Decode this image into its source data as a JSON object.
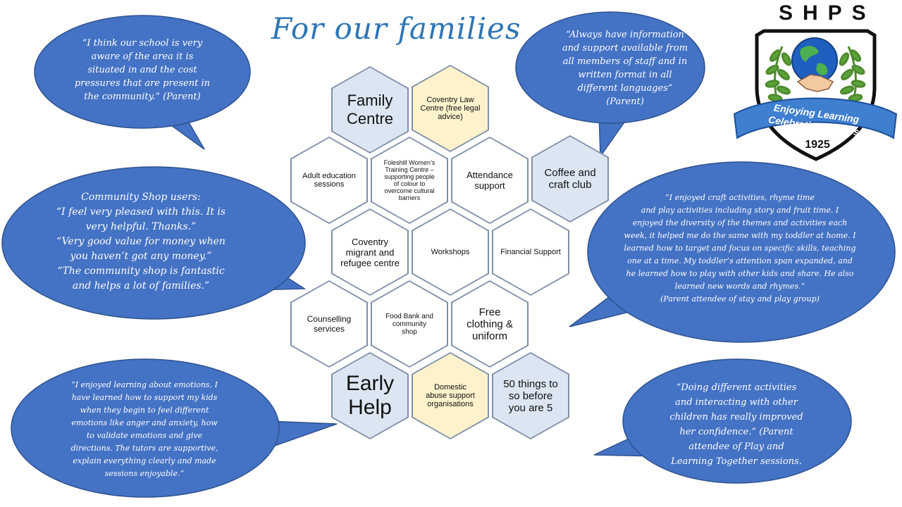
{
  "title": "For our families",
  "logo": {
    "letters": "SHPS",
    "motto_line1": "Enjoying Learning",
    "motto_line2": "Celebrating Success",
    "year": "1925"
  },
  "colors": {
    "bubble": "#4472c4",
    "title": "#2e75b6",
    "hex_blue": "#dce6f2",
    "hex_yellow": "#fef2cc"
  },
  "quotes": [
    {
      "lines": [
        "“I think our school is very",
        "aware of the area it is",
        "situated in and the cost",
        "pressures that are present in",
        "the community.” (Parent)"
      ]
    },
    {
      "lines": [
        "“Always have information",
        "and support available from",
        "all members of staff and in",
        "written format in all",
        "different languages”",
        "(Parent)"
      ]
    },
    {
      "lines": [
        "Community Shop users:",
        "“I feel very pleased with this. It is",
        "very helpful. Thanks.”",
        "“Very good value for money when",
        "you haven’t got any money.”",
        "“The community shop is fantastic",
        "and helps a lot of families.”"
      ]
    },
    {
      "lines": [
        "“I enjoyed craft activities, rhyme time",
        "and  play activities including story and fruit time. I",
        "enjoyed the diversity of the themes and activities each",
        "week, it helped me do the same with my toddler at home. I",
        "learned how to target and focus on specific skills, teaching",
        "one at a time. My toddler’s attention span expanded, and",
        "he learned how to play with other kids and share. He also",
        "learned new words and rhymes.”",
        "(Parent attendee of stay and play group)"
      ]
    },
    {
      "lines": [
        "“I enjoyed learning about emotions, I",
        "have learned how to support my kids",
        "when they begin to feel different",
        "emotions like anger and anxiety, how",
        "to validate emotions and give",
        "directions. The tutors are supportive,",
        "explain everything clearly and made",
        "sessions enjoyable.”"
      ]
    },
    {
      "lines": [
        "“Doing different activities",
        "and interacting with other",
        "children has really improved",
        "her confidence.” (Parent",
        "attendee of  Play and",
        "Learning Together sessions."
      ]
    }
  ],
  "hexes": [
    {
      "text": "Family Centre",
      "color": "blue"
    },
    {
      "text": "Coventry Law Centre (free legal advice)",
      "color": "yellow"
    },
    {
      "text": "Adult education sessions",
      "color": "white"
    },
    {
      "text": "Foleshill Women’s Training Centre – supporting people of colour to overcome cultural barriers",
      "color": "white"
    },
    {
      "text": "Attendance support",
      "color": "white"
    },
    {
      "text": "Coffee and craft club",
      "color": "blue"
    },
    {
      "text": "Coventry migrant and refugee centre",
      "color": "white"
    },
    {
      "text": "Workshops",
      "color": "white"
    },
    {
      "text": "Financial Support",
      "color": "white"
    },
    {
      "text": "Counselling services",
      "color": "white"
    },
    {
      "text": "Food Bank and community shop",
      "color": "white"
    },
    {
      "text": "Free clothing & uniform",
      "color": "white"
    },
    {
      "text": "Early Help",
      "color": "blue"
    },
    {
      "text": "Domestic abuse support organisations",
      "color": "yellow"
    },
    {
      "text": "50 things to so before you are 5",
      "color": "blue"
    }
  ]
}
